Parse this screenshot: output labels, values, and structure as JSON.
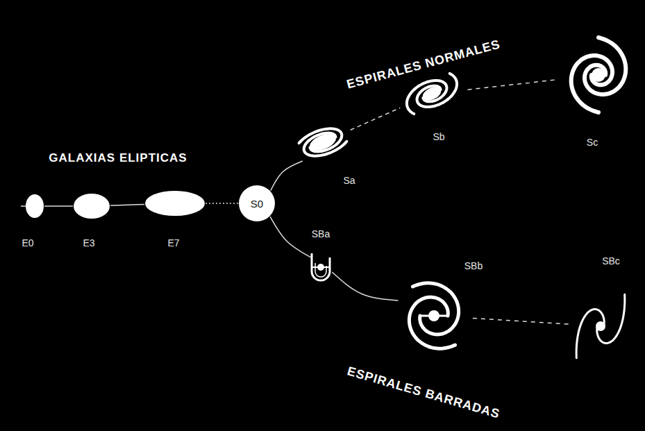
{
  "diagram": {
    "nodes": [
      {
        "text": [
          "E0"
        ]
      },
      {
        "text": [
          "E3"
        ]
      },
      {
        "text": [
          "E7"
        ]
      },
      {
        "text": [
          "S0"
        ]
      },
      {
        "text": [
          "Sa"
        ]
      },
      {
        "text": [
          "Sb"
        ]
      },
      {
        "text": [
          "Sc"
        ]
      },
      {
        "text": [
          "SBa"
        ]
      },
      {
        "text": [
          "SBb"
        ]
      },
      {
        "text": [
          "SBc"
        ]
      }
    ],
    "edges": [
      {
        "from": 0,
        "to": 1,
        "arrow": "none"
      },
      {
        "from": 1,
        "to": 2,
        "arrow": "none"
      },
      {
        "from": 2,
        "to": 3,
        "arrow": "none"
      },
      {
        "from": 3,
        "to": 4,
        "arrow": "none"
      },
      {
        "from": 4,
        "to": 5,
        "arrow": "none"
      },
      {
        "from": 5,
        "to": 6,
        "arrow": "none"
      },
      {
        "from": 3,
        "to": 7,
        "arrow": "none"
      },
      {
        "from": 7,
        "to": 8,
        "arrow": "none"
      },
      {
        "from": 8,
        "to": 9,
        "arrow": "none"
      }
    ],
    "labels": [
      "GALAXIAS ELIPTICAS",
      "ESPIRALES NORMALES",
      "ESPIRALES BARRADAS"
    ]
  }
}
